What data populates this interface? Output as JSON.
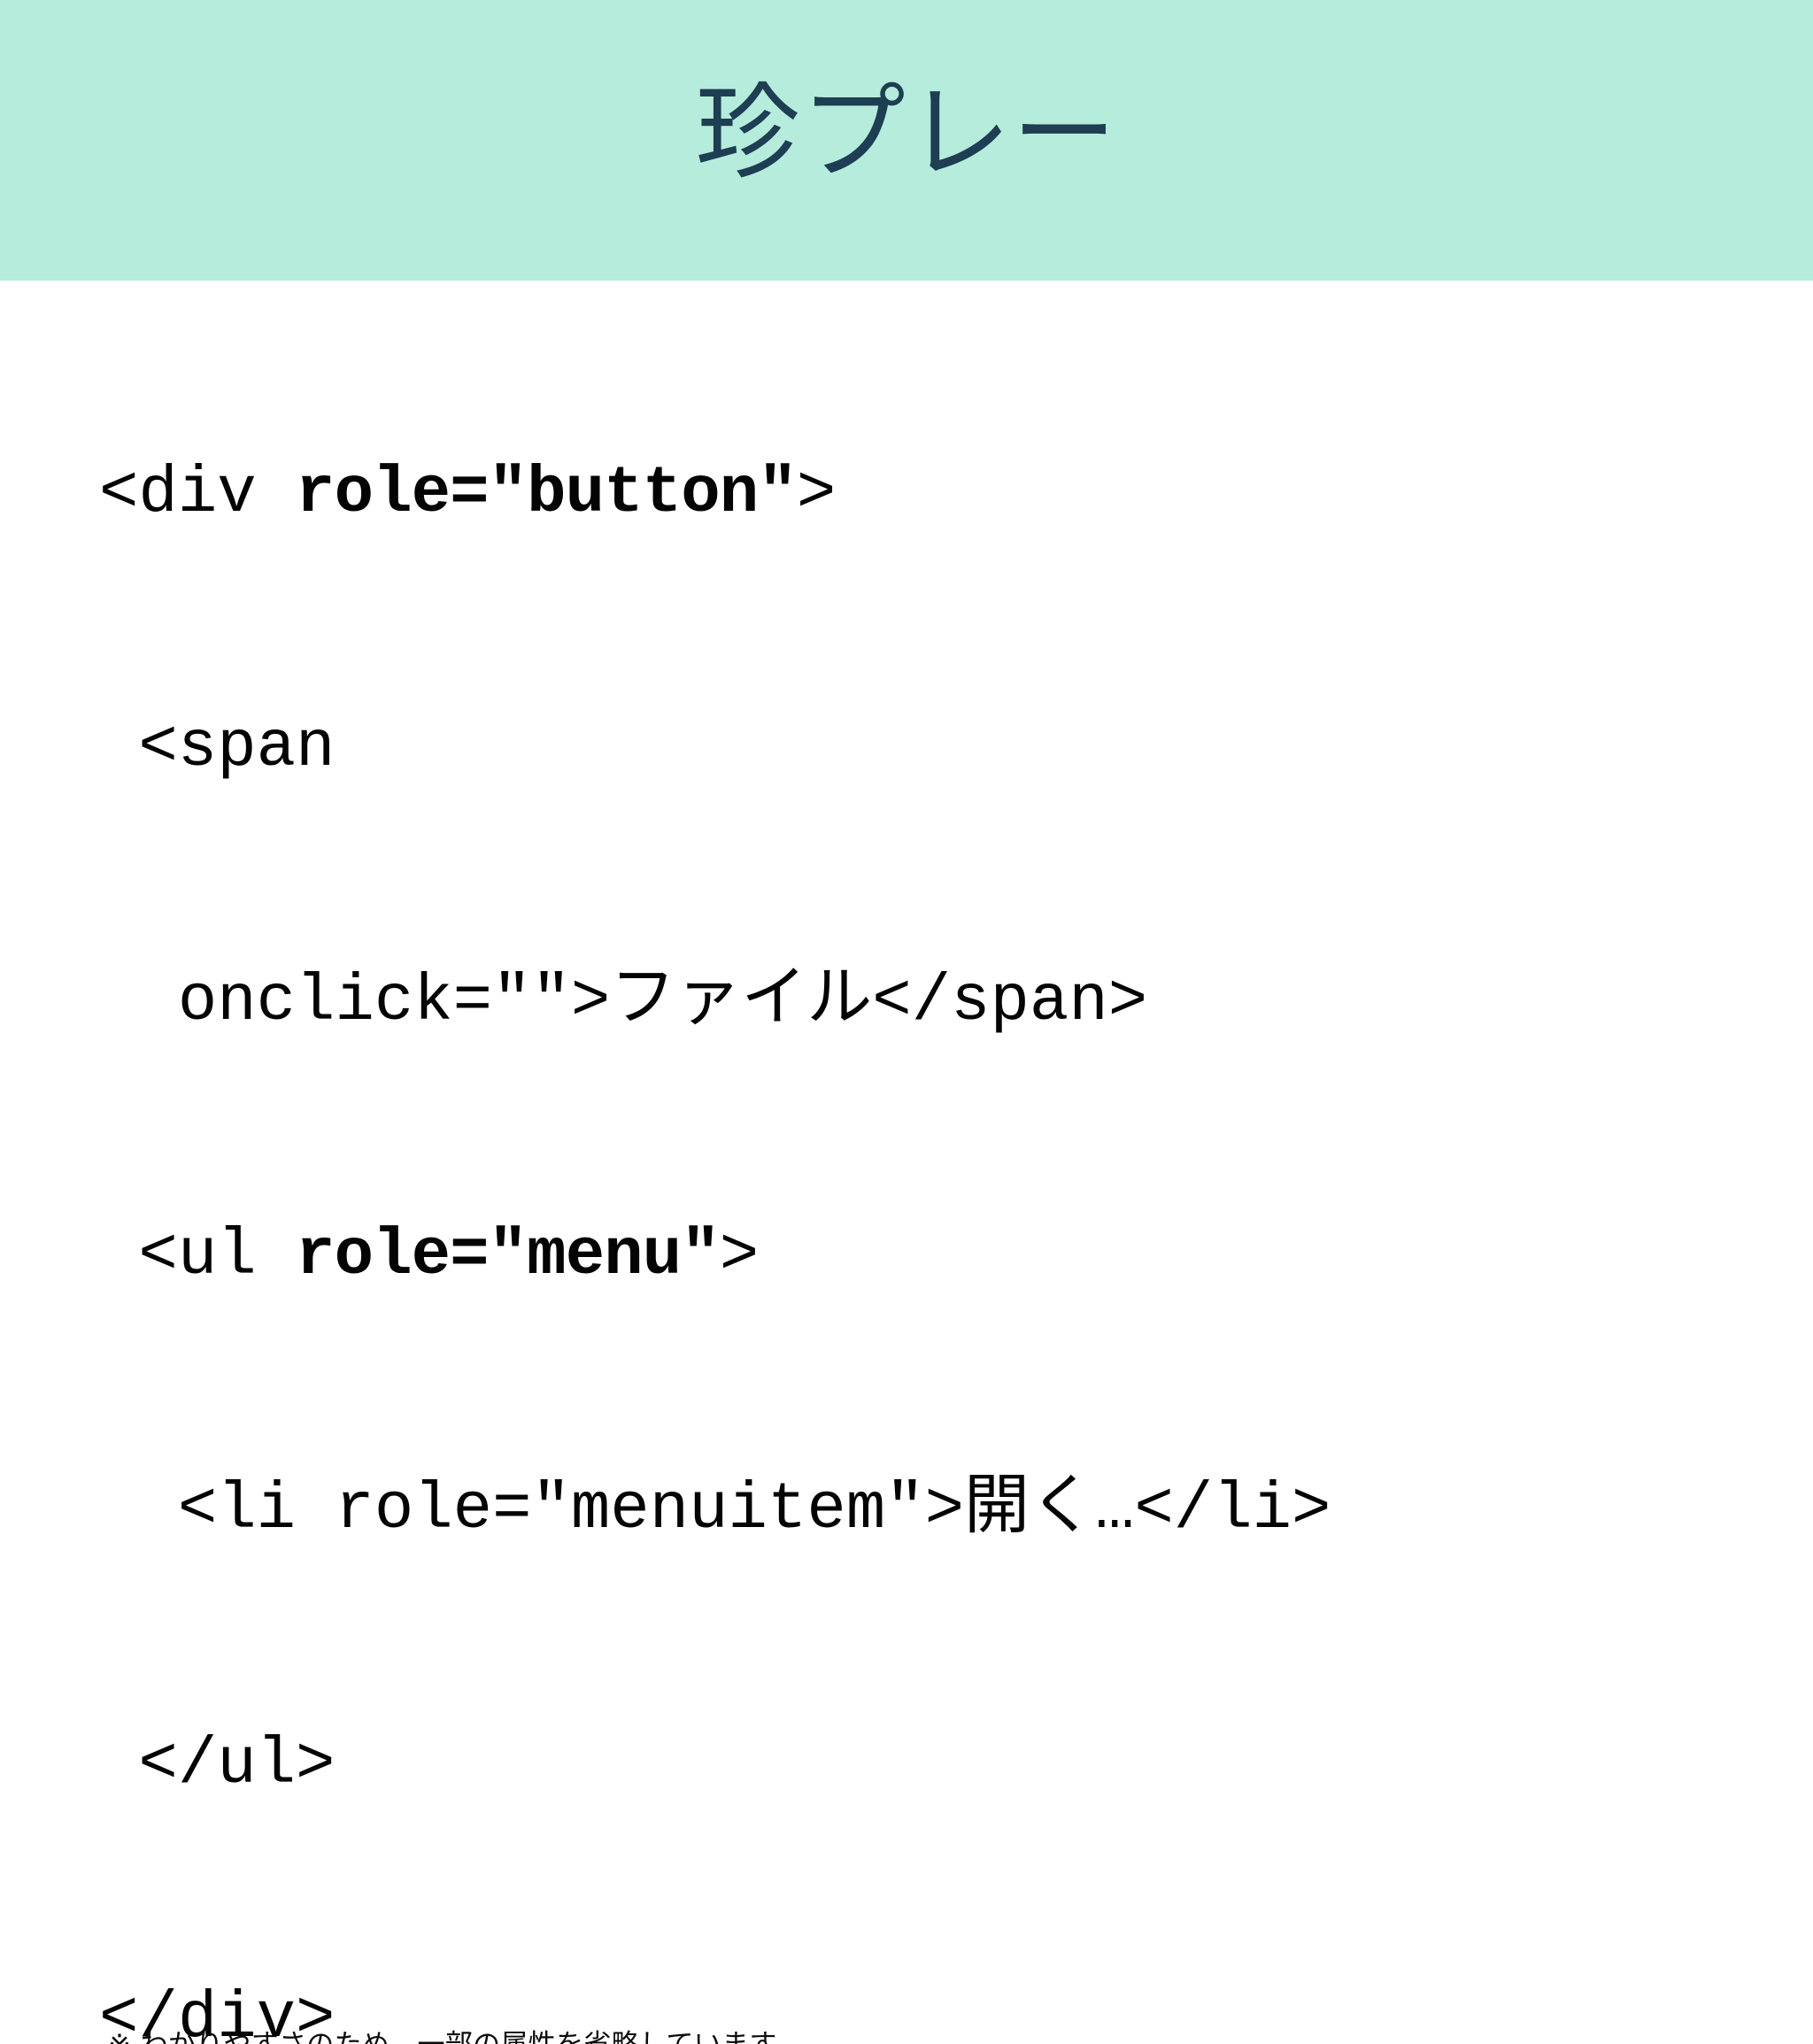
{
  "slide": {
    "title": "珍プレー",
    "header_bg": "#b5ecdb",
    "title_color": "#1e3e53",
    "body_bg": "#ffffff",
    "code_color": "#040404"
  },
  "code": {
    "language": "html",
    "lines": [
      {
        "indent": 0,
        "plain_before": "<div ",
        "bold": "role=\"button\"",
        "plain_after": ">"
      },
      {
        "indent": 1,
        "plain_before": "<span",
        "bold": "",
        "plain_after": ""
      },
      {
        "indent": 2,
        "plain_before": "onclick=\"\">ファイル</span>",
        "bold": "",
        "plain_after": ""
      },
      {
        "indent": 1,
        "plain_before": "<ul ",
        "bold": "role=\"menu\"",
        "plain_after": ">"
      },
      {
        "indent": 2,
        "plain_before": "<li role=\"menuitem\">開く…</li>",
        "bold": "",
        "plain_after": ""
      },
      {
        "indent": 1,
        "plain_before": "</ul>",
        "bold": "",
        "plain_after": ""
      },
      {
        "indent": 0,
        "plain_before": "</div>",
        "bold": "",
        "plain_after": ""
      }
    ],
    "full_text": "<div role=\"button\">\n <span\n  onclick=\"\">ファイル</span>\n <ul role=\"menu\">\n  <li role=\"menuitem\">開く…</li>\n </ul>\n</div>"
  },
  "footnote": {
    "text": "※ わかりやすさのため、一部の属性を省略しています"
  }
}
